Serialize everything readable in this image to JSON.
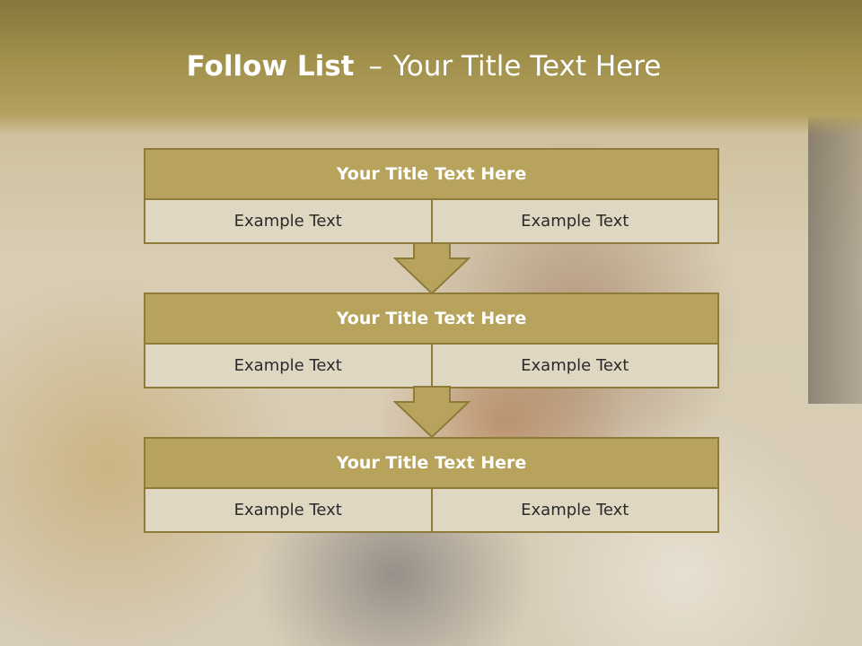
{
  "slide": {
    "title_main": "Follow List",
    "title_sep": "–",
    "title_sub": "Your Title Text Here"
  },
  "steps": [
    {
      "title": "Your Title Text Here",
      "cells": [
        "Example Text",
        "Example Text"
      ]
    },
    {
      "title": "Your Title Text Here",
      "cells": [
        "Example Text",
        "Example Text"
      ]
    },
    {
      "title": "Your Title Text Here",
      "cells": [
        "Example Text",
        "Example Text"
      ]
    }
  ],
  "colors": {
    "header": "#a1914b",
    "step_title_fill": "#b8a35c",
    "step_border": "#8e7b3a",
    "cell_fill": "#e0d7c3",
    "arrow_fill": "#b8a35c"
  }
}
